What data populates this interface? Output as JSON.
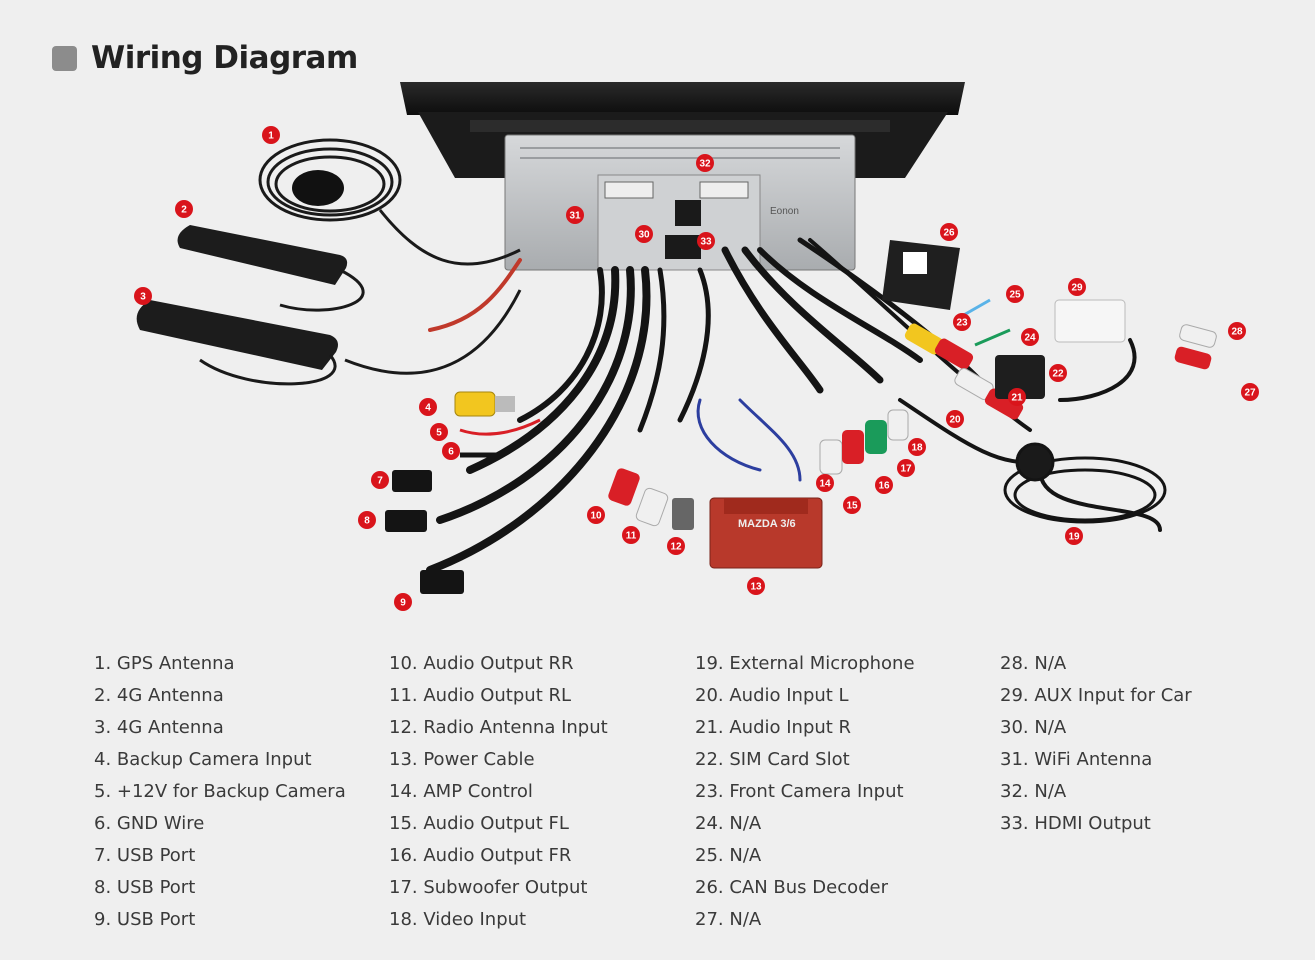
{
  "header": {
    "title": "Wiring Diagram"
  },
  "callouts": [
    "1",
    "2",
    "3",
    "4",
    "5",
    "6",
    "7",
    "8",
    "9",
    "10",
    "11",
    "12",
    "13",
    "14",
    "15",
    "16",
    "17",
    "18",
    "19",
    "20",
    "21",
    "22",
    "23",
    "24",
    "25",
    "26",
    "27",
    "28",
    "29",
    "30",
    "31",
    "32",
    "33"
  ],
  "legend": {
    "columns": [
      [
        "1. GPS Antenna",
        "2. 4G Antenna",
        "3. 4G Antenna",
        "4. Backup Camera Input",
        "5. +12V for Backup Camera",
        "6. GND Wire",
        "7. USB Port",
        "8. USB Port",
        "9. USB Port"
      ],
      [
        "10. Audio Output RR",
        "11. Audio Output RL",
        "12. Radio Antenna Input",
        "13. Power Cable",
        "14. AMP Control",
        "15. Audio Output FL",
        "16. Audio Output FR",
        "17. Subwoofer Output",
        "18. Video Input"
      ],
      [
        "19. External Microphone",
        "20. Audio Input L",
        "21. Audio Input R",
        "22. SIM Card Slot",
        "23. Front Camera Input",
        "24. N/A",
        "25. N/A",
        "26. CAN Bus Decoder",
        "27. N/A"
      ],
      [
        "28. N/A",
        "29. AUX Input for Car",
        "30. N/A",
        "31. WiFi Antenna",
        "32. N/A",
        "33. HDMI Output"
      ]
    ]
  },
  "labels": {
    "harness_plug": "MAZDA 3/6",
    "unit_brand": "Eonon"
  },
  "colors": {
    "callout_red": "#d9141b",
    "harness_red": "#b8392b",
    "rca_yellow": "#f2c61f",
    "rca_red": "#d91f26",
    "rca_white": "#f0f0f0",
    "rca_green": "#1a9b5a",
    "cable_black": "#1a1a1a"
  }
}
